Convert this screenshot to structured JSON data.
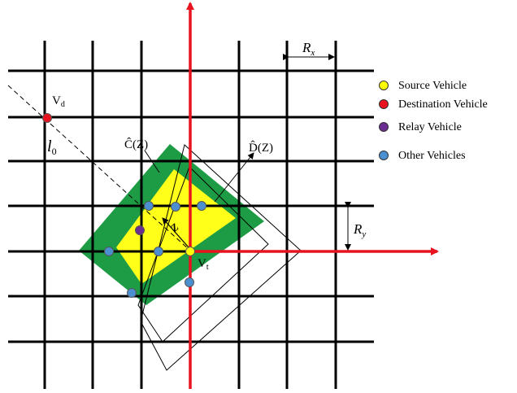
{
  "diagram": {
    "labels": {
      "rx": "R",
      "rx_sub": "x",
      "ry": "R",
      "ry_sub": "y",
      "vd": "V",
      "vd_sub": "d",
      "vt": "V",
      "vt_sub": "t",
      "l0": "l",
      "l0_sub": "0",
      "c_hat": "Ĉ(Z)",
      "d_hat": "D̂(Z)",
      "z": "Z"
    },
    "colors": {
      "axis": "#e8131f",
      "grid": "#000000",
      "outer_region": "#1e9c45",
      "inner_region": "#ffff1a",
      "source": "#ffff00",
      "destination": "#e8131f",
      "relay": "#6a2c91",
      "other": "#4c8fd1"
    }
  },
  "legend": {
    "items": [
      {
        "label": "Source Vehicle",
        "color": "#ffff00"
      },
      {
        "label": "Destination Vehicle",
        "color": "#e8131f"
      },
      {
        "label": "Relay Vehicle",
        "color": "#6a2c91"
      },
      {
        "label": "Other Vehicles",
        "color": "#4c8fd1"
      }
    ]
  }
}
